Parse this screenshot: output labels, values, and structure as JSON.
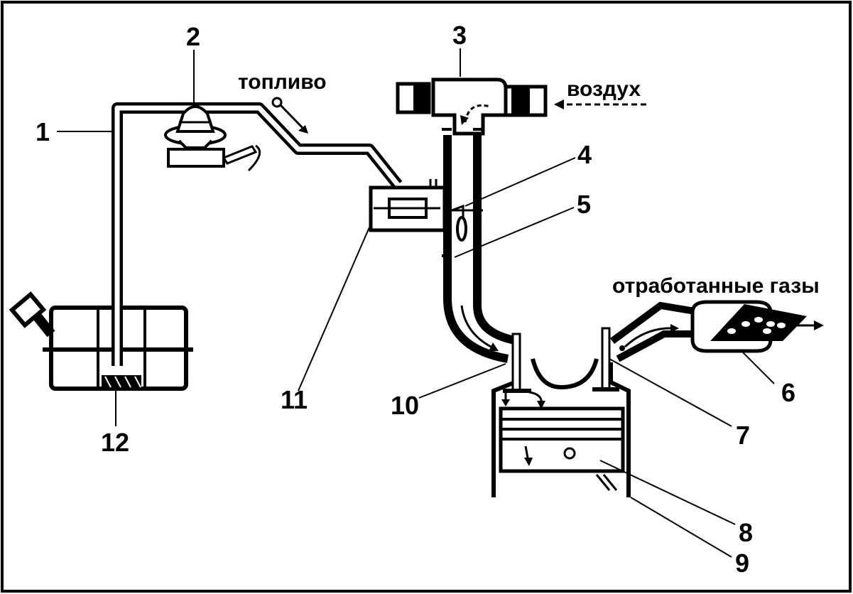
{
  "labels": {
    "fuel": "топливо",
    "air": "воздух",
    "exhaust": "отработанные газы"
  },
  "callouts": [
    "1",
    "2",
    "3",
    "4",
    "5",
    "6",
    "7",
    "8",
    "9",
    "10",
    "11",
    "12"
  ],
  "colors": {
    "ink": "#000000",
    "paper": "#ffffff"
  }
}
